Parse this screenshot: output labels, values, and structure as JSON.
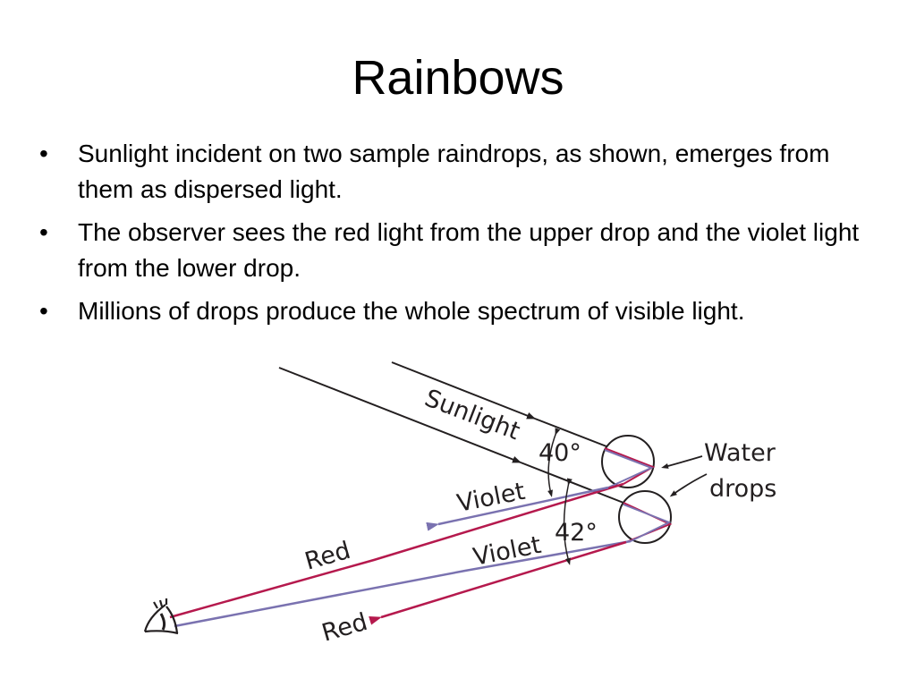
{
  "slide": {
    "title": "Rainbows",
    "bullet_marker": "•",
    "bullets": [
      "Sunlight incident on two sample raindrops, as shown, emerges from them as dispersed light.",
      "The observer sees the red light from the upper drop and the violet light from the lower drop.",
      "Millions of drops produce the whole spectrum of visible light."
    ]
  },
  "diagram": {
    "labels": {
      "sunlight": "Sunlight",
      "angle_upper": "40°",
      "angle_lower": "42°",
      "water_drops_line1": "Water",
      "water_drops_line2": "drops",
      "violet_upper": "Violet",
      "violet_lower": "Violet",
      "red_left": "Red",
      "red_bottom": "Red"
    },
    "colors": {
      "sunlight": "#231f20",
      "red": "#b5194d",
      "violet": "#7a72b0",
      "drop_outline": "#231f20"
    },
    "icons": [
      "eye-icon"
    ]
  }
}
